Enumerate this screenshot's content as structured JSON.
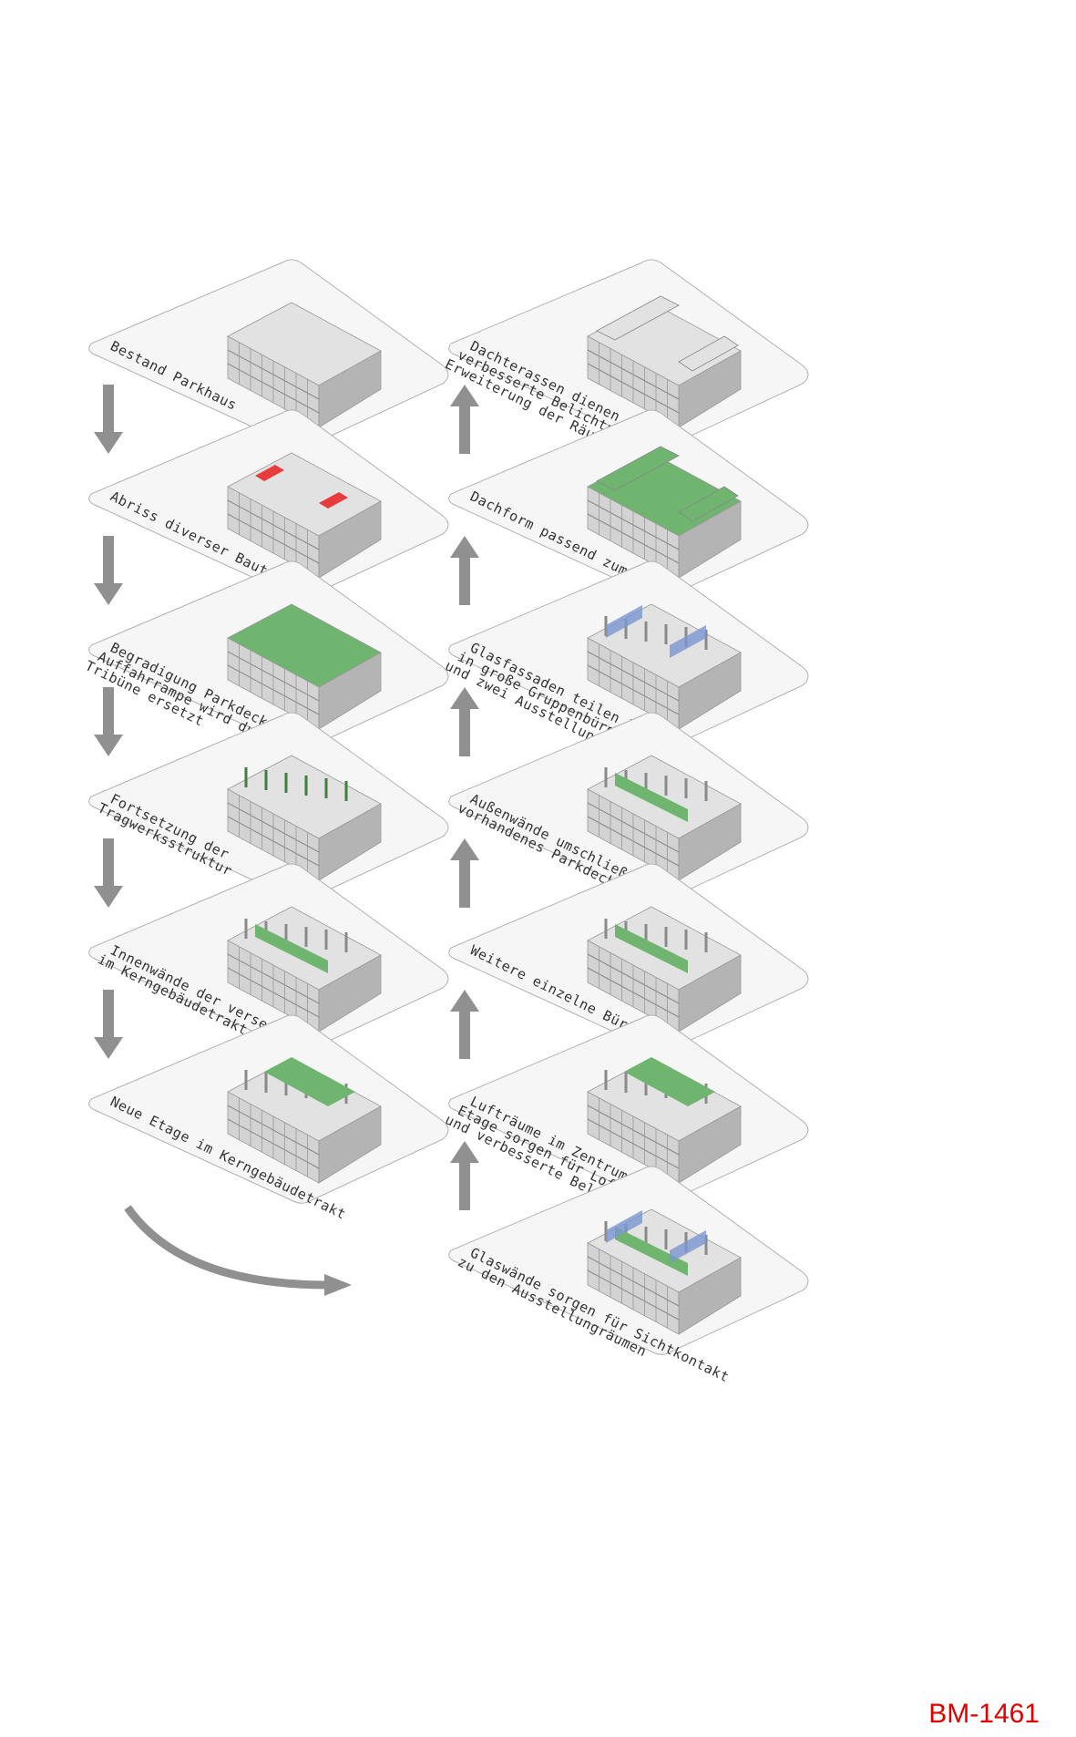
{
  "colors": {
    "plate": "#f6f6f6",
    "plate_edge": "#b0b0b0",
    "wall": "#d3d3d3",
    "wall_dark": "#b4b4b4",
    "wall_top": "#e2e2e2",
    "green": "#6fb46f",
    "red": "#e83b3b",
    "glass": "#7b96cf",
    "arrow": "#909090",
    "code": "#e00000"
  },
  "left_steps": [
    {
      "lines": [
        "Bestand Parkhaus"
      ],
      "highlight": "none"
    },
    {
      "lines": [
        "Abriss diverser Bauteile"
      ],
      "highlight": "red"
    },
    {
      "lines": [
        "Begradigung Parkdeck,",
        "Auffahrrampe wird durch",
        "Tribüne ersetzt"
      ],
      "highlight": "green-roof"
    },
    {
      "lines": [
        "Fortsetzung der",
        "Tragwerksstruktur"
      ],
      "highlight": "columns"
    },
    {
      "lines": [
        "Innenwände der versetzten Ebenen",
        "im Kerngebäudetrakt"
      ],
      "highlight": "green-walls"
    },
    {
      "lines": [
        "Neue Etage im Kerngebäudetrakt"
      ],
      "highlight": "green-floor"
    }
  ],
  "right_steps": [
    {
      "lines": [
        "Dachterassen dienen für",
        "verbesserte Belichtung und",
        "Erweiterung der Räume ins Freie"
      ],
      "highlight": "roof-grey"
    },
    {
      "lines": [
        "Dachform passend zum Kontex"
      ],
      "highlight": "roof-green"
    },
    {
      "lines": [
        "Glasfassaden teilen Parkdeck",
        "in große Gruppenbüroräume",
        "und zwei Ausstellungsräumen"
      ],
      "highlight": "glass"
    },
    {
      "lines": [
        "Außenwände umschließen",
        "vorhandenes Parkdeck"
      ],
      "highlight": "green-walls"
    },
    {
      "lines": [
        "Weitere einzelne Bürozimmer"
      ],
      "highlight": "green-walls"
    },
    {
      "lines": [
        "Lufträume im Zentrum der nächsten",
        "Etage sorgen für Loftcharakter",
        "und verbesserte Belichtung"
      ],
      "highlight": "green-floor"
    },
    {
      "lines": [
        "Glaswände sorgen für Sichtkontakt",
        "zu den Ausstellungräumen"
      ],
      "highlight": "glass-green"
    }
  ],
  "code_label": "BM-1461",
  "icons": {
    "down": "arrow-down-icon",
    "up": "arrow-up-icon",
    "curve": "curved-arrow-icon"
  }
}
